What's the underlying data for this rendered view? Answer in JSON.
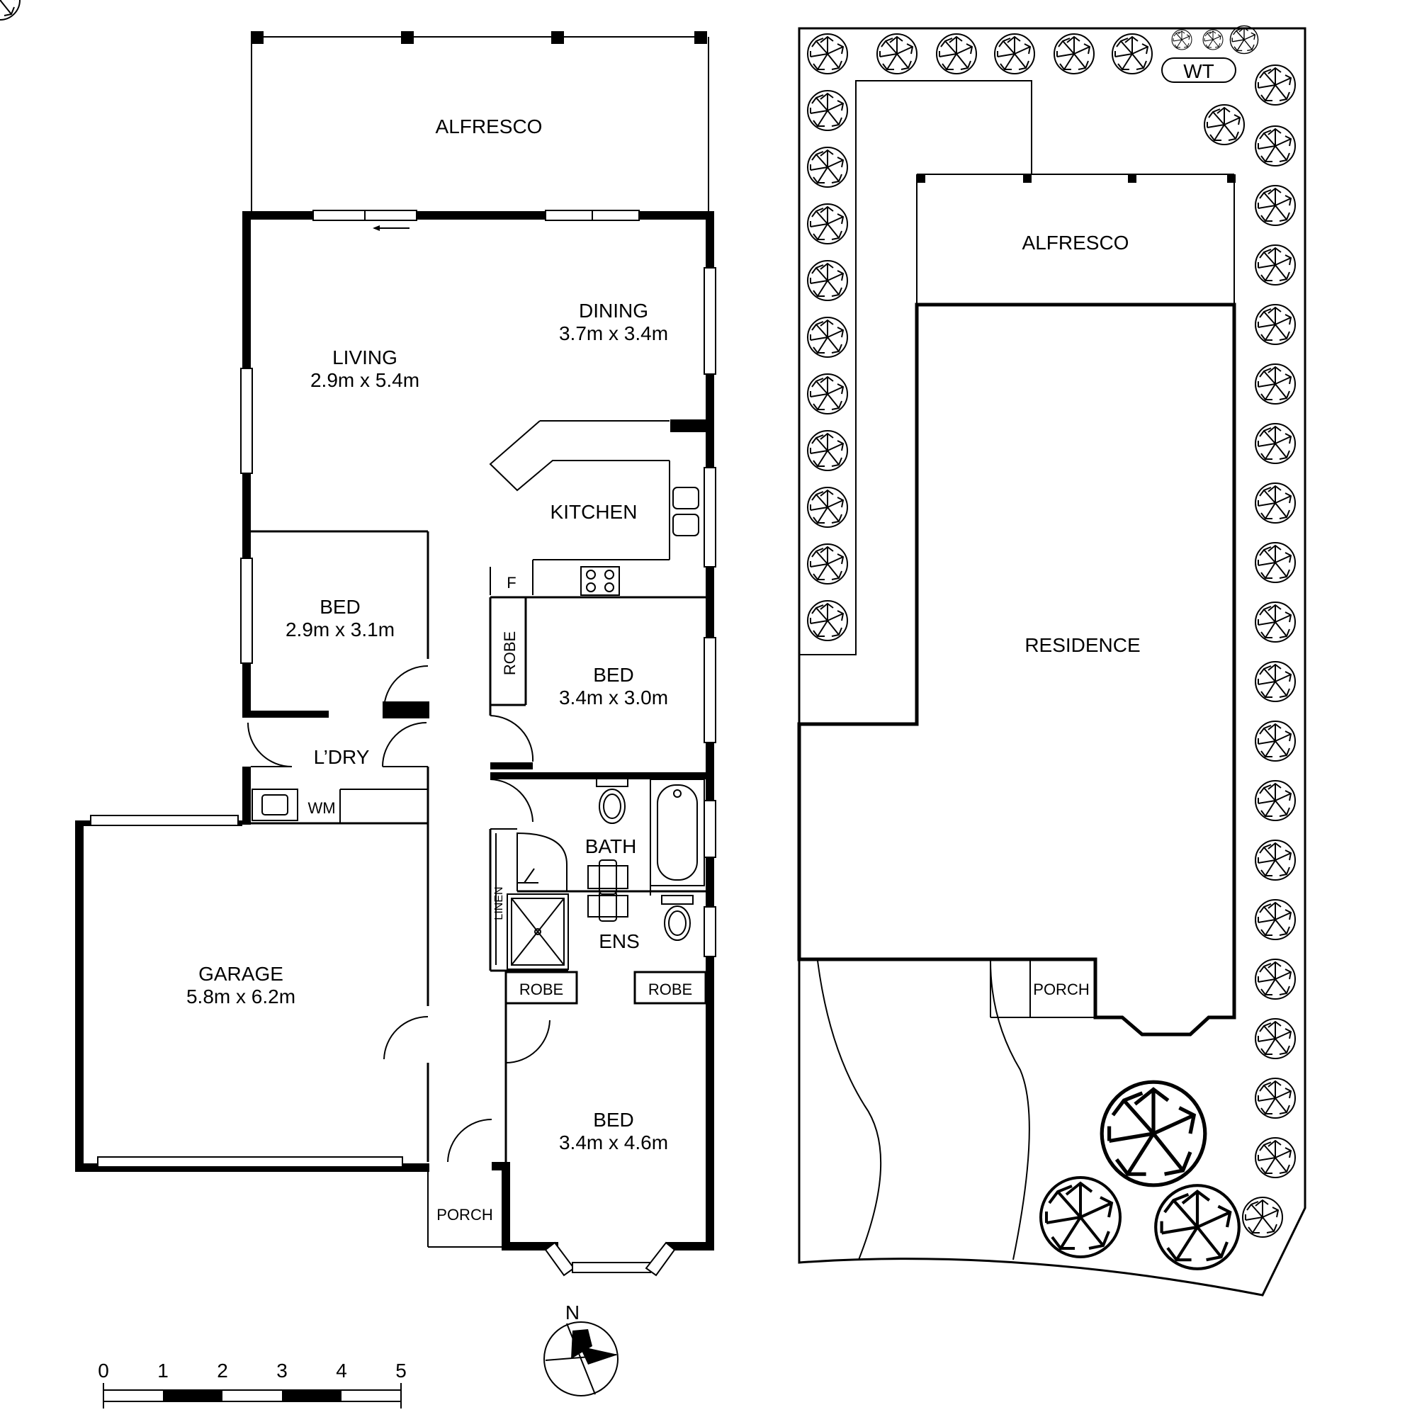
{
  "floor_plan": {
    "rooms": {
      "alfresco": "ALFRESCO",
      "living": "LIVING",
      "living_dims": "2.9m x 5.4m",
      "dining": "DINING",
      "dining_dims": "3.7m x 3.4m",
      "kitchen": "KITCHEN",
      "fridge": "F",
      "bed1": "BED",
      "bed1_dims": "2.9m x 3.1m",
      "robe1": "ROBE",
      "bed2": "BED",
      "bed2_dims": "3.4m x 3.0m",
      "laundry": "L’DRY",
      "wm": "WM",
      "bath": "BATH",
      "linen": "LINEN",
      "ens": "ENS",
      "robe2": "ROBE",
      "robe3": "ROBE",
      "garage": "GARAGE",
      "garage_dims": "5.8m x 6.2m",
      "bed3": "BED",
      "bed3_dims": "3.4m x 4.6m",
      "porch": "PORCH"
    }
  },
  "site_plan": {
    "wt": "WT",
    "alfresco": "ALFRESCO",
    "residence": "RESIDENCE",
    "porch": "PORCH"
  },
  "compass": {
    "north": "N"
  },
  "scale_bar": {
    "ticks": [
      "0",
      "1",
      "2",
      "3",
      "4",
      "5"
    ]
  }
}
